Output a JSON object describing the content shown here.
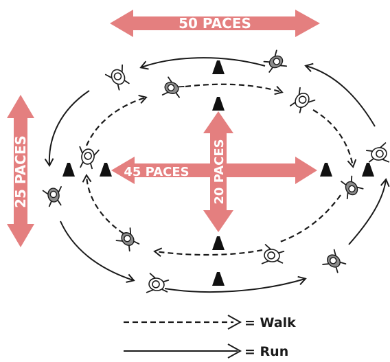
{
  "measurements": {
    "top_width": "50 PACES",
    "left_height": "25 PACES",
    "inner_width": "45 PACES",
    "inner_height": "20 PACES"
  },
  "legend": {
    "walk": "= Walk",
    "run": "= Run"
  },
  "colors": {
    "arrow_fill": "#e47f7f",
    "line": "#1a1a1a",
    "cone": "#111111",
    "runner_fill": "#8c8c8c"
  },
  "icons": {
    "cone": "traffic-cone-icon",
    "runner": "runner-icon",
    "walker": "walker-icon"
  }
}
